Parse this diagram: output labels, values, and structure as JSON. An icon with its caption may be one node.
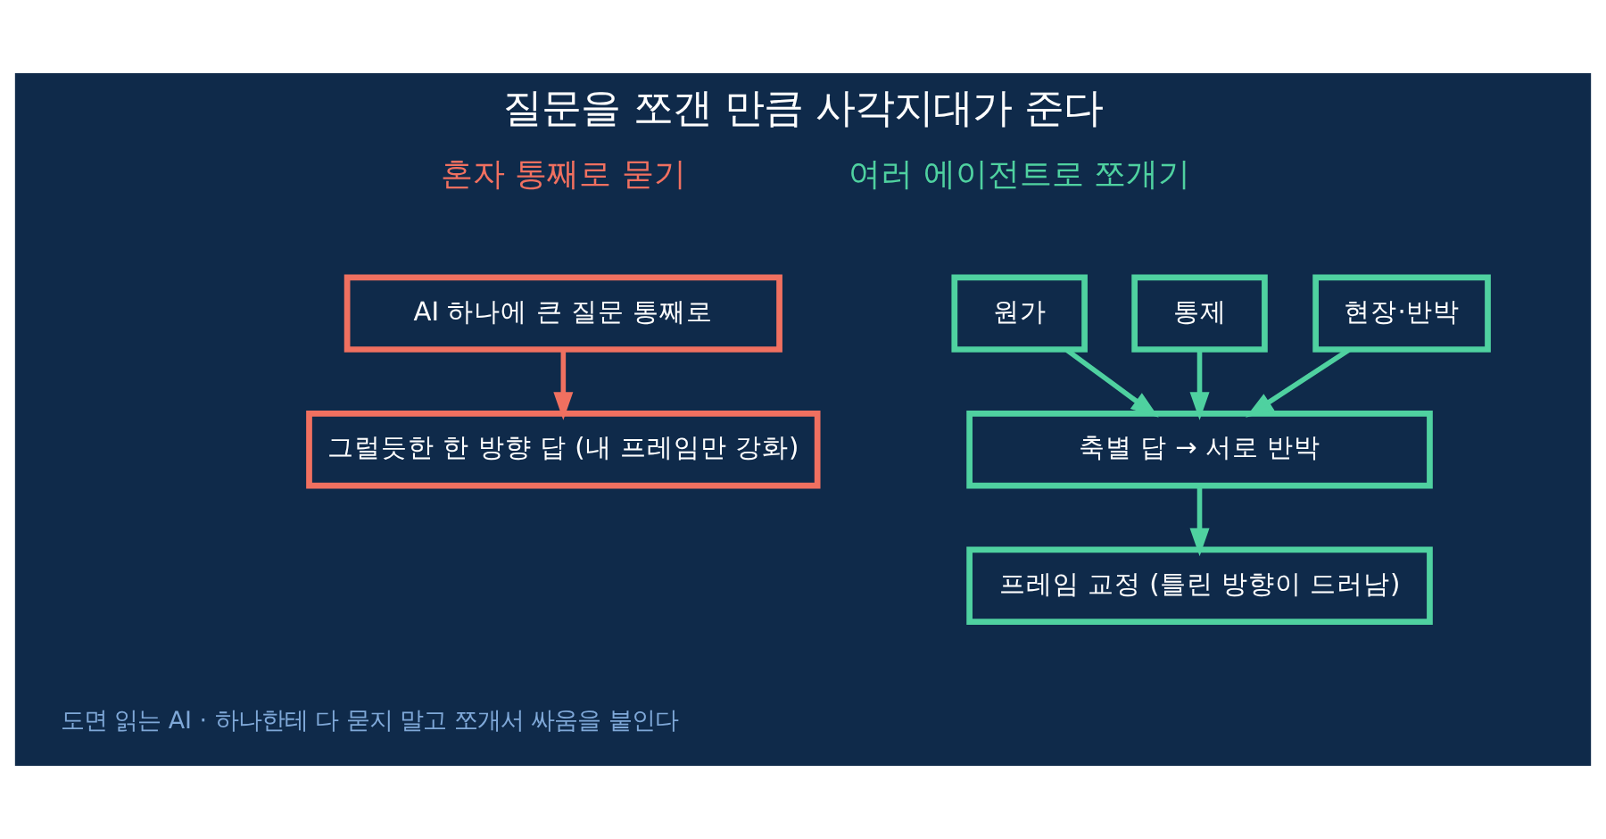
{
  "diagram": {
    "title": "질문을 쪼갠 만큼 사각지대가 준다",
    "caption": "도면 읽는 AI · 하나한테 다 묻지 말고 쪼개서 싸움을 붙인다",
    "nodes": [
      {
        "text": [
          "AI 하나에 큰 질문 통째로"
        ]
      },
      {
        "text": [
          "그럴듯한 한 방향 답 (내 프레임만 강화)"
        ]
      },
      {
        "text": [
          "원가"
        ]
      },
      {
        "text": [
          "통제"
        ]
      },
      {
        "text": [
          "현장·반박"
        ]
      },
      {
        "text": [
          "축별 답 → 서로 반박"
        ]
      },
      {
        "text": [
          "프레임 교정 (틀린 방향이 드러남)"
        ]
      }
    ],
    "edges": [
      {
        "from": 0,
        "to": 1,
        "arrow": "to",
        "color": "#f07060"
      },
      {
        "from": 2,
        "to": 5,
        "arrow": "to"
      },
      {
        "from": 3,
        "to": 5,
        "arrow": "to"
      },
      {
        "from": 4,
        "to": 5,
        "arrow": "to"
      },
      {
        "from": 5,
        "to": 6,
        "arrow": "to"
      }
    ],
    "labels": [
      "혼자 통째로 묻기",
      "여러 에이전트로 쪼개기"
    ]
  }
}
